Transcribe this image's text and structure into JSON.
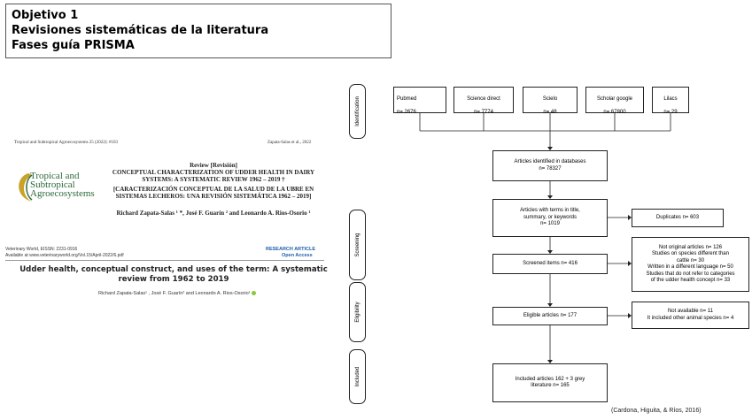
{
  "header": {
    "line1": "Objetivo 1",
    "line2": "Revisiones sistemáticas de la literatura",
    "line3": "Fases guía PRISMA"
  },
  "paper1": {
    "journal_line": "Tropical and Subtropical Agroecosystems 25 (2022): #103",
    "authors_short": "Zapata-Salas et al., 2022",
    "review_label": "Review [Revisión]",
    "title_en": "CONCEPTUAL CHARACTERIZATION OF UDDER HEALTH IN DAIRY SYSTEMS: A SYSTEMATIC REVIEW 1962 – 2019 †",
    "title_es": "[CARACTERIZACIÓN CONCEPTUAL DE LA SALUD DE LA UBRE EN SISTEMAS LECHEROS: UNA REVISIÓN SISTEMÁTICA 1962 – 2019]",
    "authors": "Richard Zapata-Salas ¹ *, José F. Guarín ² and Leonardo A. Rios-Osorio ¹",
    "logo_line1": "Tropical and",
    "logo_line2": "Subtropical",
    "logo_line3": "Agroecosystems",
    "logo_color": "#2a6a3a"
  },
  "paper2": {
    "journal_line1": "Veterinary World, EISSN: 2231-0916",
    "journal_line2": "Available at www.veterinaryworld.org/Vol.15/April-2022/6.pdf",
    "badge1": "RESEARCH ARTICLE",
    "badge2": "Open Access",
    "badge_color": "#1d5ea8",
    "title": "Udder health, conceptual construct, and uses of the term: A systematic review from 1962 to 2019",
    "authors": "Richard Zapata-Salas¹ , José F. Guarín²  and Leonardo A. Rios-Osorio¹",
    "orcid_color": "#8cc63f"
  },
  "prisma": {
    "phases": [
      "Identification",
      "Screening",
      "Eligibility",
      "Included"
    ],
    "sources": [
      {
        "name": "Pubmed",
        "n": "n= 2676"
      },
      {
        "name": "Science direct",
        "n": "n= 7774"
      },
      {
        "name": "Scielo",
        "n": "n= 48"
      },
      {
        "name": "Scholar google",
        "n": "n= 67800"
      },
      {
        "name": "Lilacs",
        "n": "n= 29"
      }
    ],
    "identified": "Articles identified in databases\nn= 78327",
    "terms": "Articles with terms in title,\nsummary, or keywords\nn= 1019",
    "duplicates": "Duplicates n= 603",
    "screened": "Screened items n= 416",
    "excluded_screen": "Not original articles n= 126\nStudies on species different than\ncattle n= 30\nWritten in a different language n= 50\nStudies that do not refer to categories\nof the udder health concept n= 33",
    "eligible": "Eligible articles n= 177",
    "excluded_elig": "Not available n= 11\nIt included other animal species n= 4",
    "included": "Included articles 162 + 3 grey\nliterature n= 165"
  },
  "citation": "(Cardona, Higuita, & Ríos, 2016)"
}
